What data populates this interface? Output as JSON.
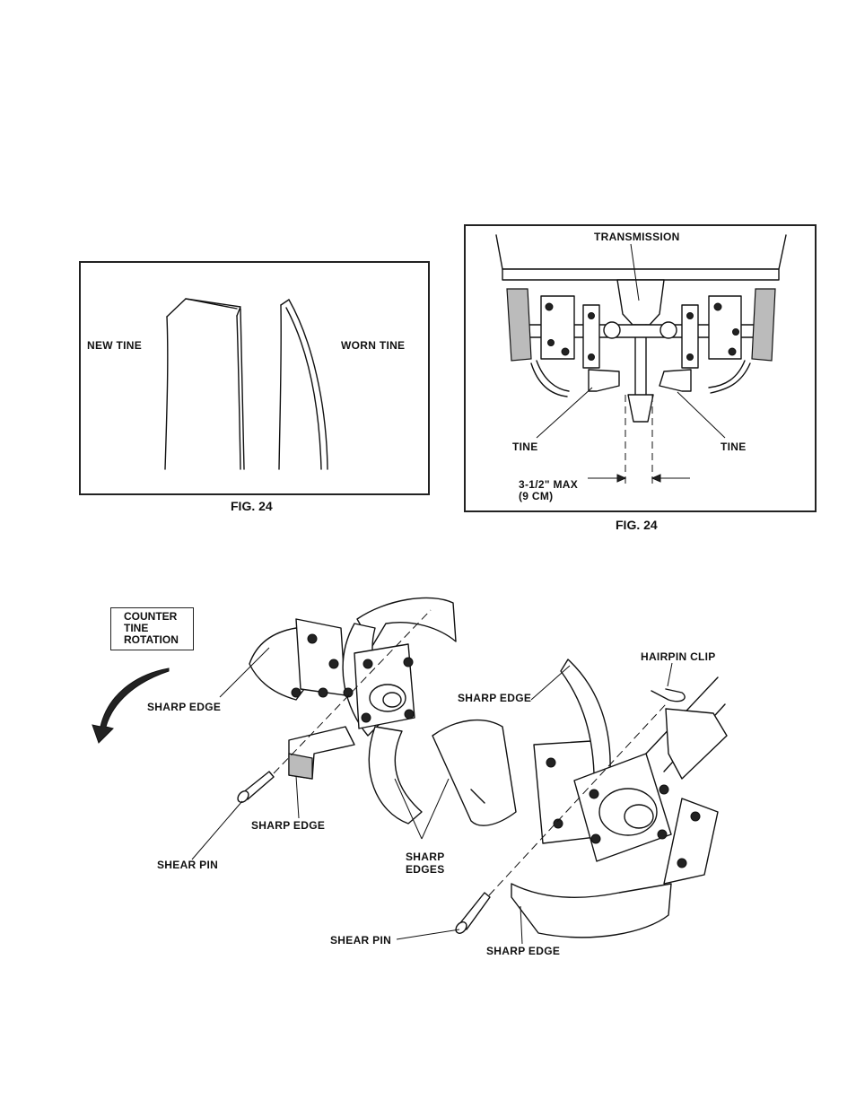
{
  "figure_left": {
    "new_tine_label": "NEW TINE",
    "worn_tine_label": "WORN TINE",
    "caption": "FIG. 24"
  },
  "figure_right": {
    "transmission_label": "TRANSMISSION",
    "tine_left_label": "TINE",
    "tine_right_label": "TINE",
    "gap_label_line1": "3-1/2\" MAX",
    "gap_label_line2": "(9 CM)",
    "caption": "FIG. 24"
  },
  "figure_bottom": {
    "rotation_box": [
      "COUNTER",
      "TINE",
      "ROTATION"
    ],
    "sharp_edge_upper_left": "SHARP EDGE",
    "sharp_edge_center_left": "SHARP EDGE",
    "shear_pin_left": "SHEAR PIN",
    "sharp_edges_line1": "SHARP",
    "sharp_edges_line2": "EDGES",
    "sharp_edge_center_right": "SHARP EDGE",
    "hairpin_clip": "HAIRPIN CLIP",
    "shear_pin_right": "SHEAR PIN",
    "sharp_edge_bottom_right": "SHARP EDGE"
  }
}
